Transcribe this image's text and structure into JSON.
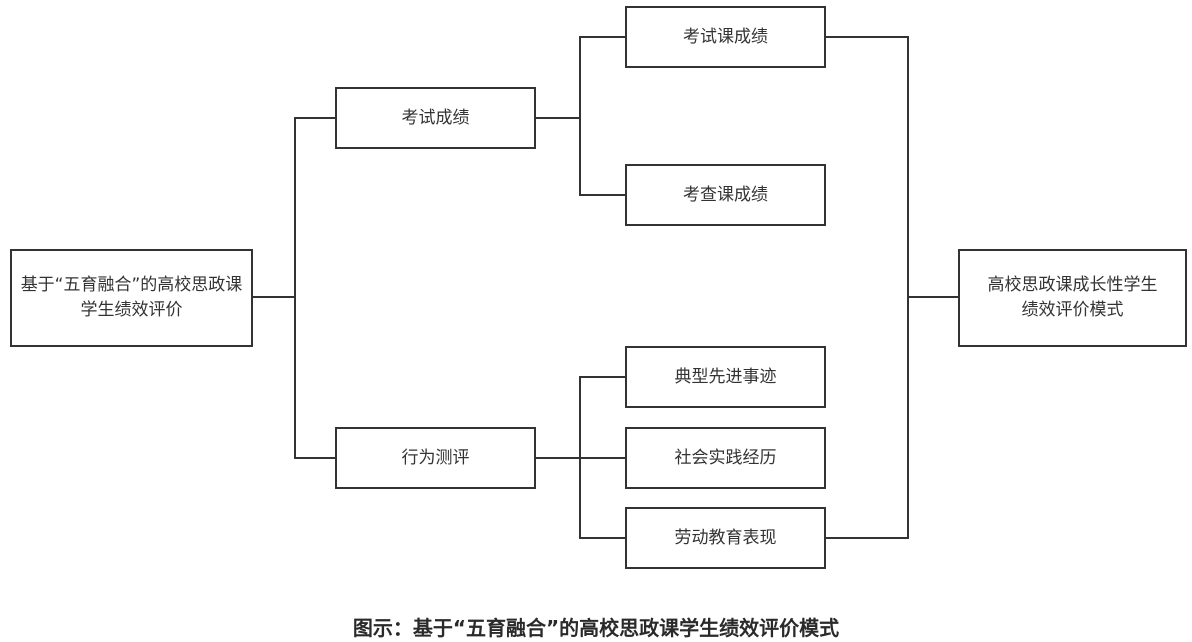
{
  "diagram": {
    "nodes": {
      "root": "基于“五育融合”的高校思政课学生绩效评价",
      "exam_scores": "考试成绩",
      "behavior_eval": "行为测评",
      "exam_course_scores": "考试课成绩",
      "check_course_scores": "考查课成绩",
      "role_model_deeds": "典型先进事迹",
      "social_practice": "社会实践经历",
      "labor_education": "劳动教育表现",
      "outcome": "高校思政课成长性学生绩效评价模式"
    },
    "caption": "图示：基于“五育融合”的高校思政课学生绩效评价模式"
  }
}
